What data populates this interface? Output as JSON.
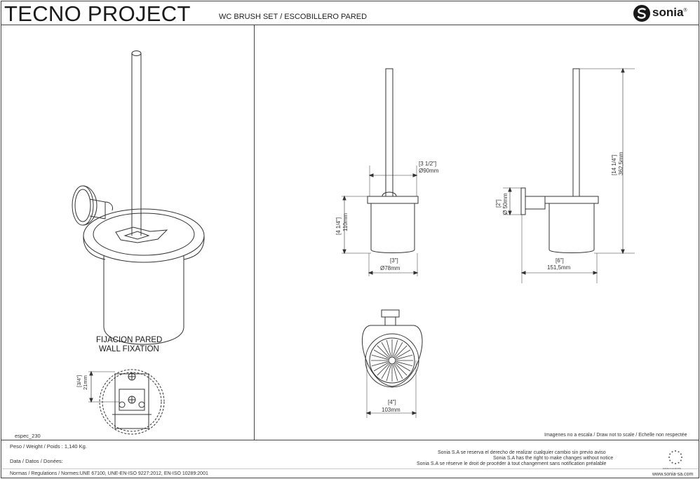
{
  "header": {
    "title": "TECNO PROJECT",
    "subtitle": "WC BRUSH SET / ESCOBILLERO PARED",
    "brand": "sonia",
    "brand_mark": "®"
  },
  "left_panel": {
    "fixation_title_es": "FIJACION PARED",
    "fixation_title_en": "WALL FIXATION",
    "fixation_dim_inch": "[3/4\"]",
    "fixation_dim_mm": "21mm",
    "spec_code": "espec_230"
  },
  "dimensions": {
    "head_width_inch": "[3 1/2\"]",
    "head_width_mm": "Ø90mm",
    "cup_height_inch": "[4 1/4\"]",
    "cup_height_mm": "110mm",
    "cup_diam_inch": "[3\"]",
    "cup_diam_mm": "Ø78mm",
    "rosette_inch": "[2\"]",
    "rosette_mm": "Ø 50mm",
    "total_height_inch": "[14 1/4\"]",
    "total_height_mm": "362,5mm",
    "depth_inch": "[6\"]",
    "depth_mm": "151,5mm",
    "top_width_inch": "[4\"]",
    "top_width_mm": "103mm"
  },
  "notes": {
    "scale_note": "Imagenes no a escala / Draw not to scale / Echelle non respectée",
    "weight": "Peso / Weight / Poids : 1,140 Kg.",
    "data": "Data / Datos / Donées:",
    "regulations": "Normas / Regulations / Normes:UNE 67100, UNE-EN-ISO 9227:2012, EN-ISO 10289:2001",
    "rights_es": "Sonia S.A se reserva el derecho de realizar cualquier cambio sin previo aviso",
    "rights_en": "Sonia S.A has the right to make changes without notice",
    "rights_fr": "Sonia S.A se réserve le droit de procéder à tout changement sans notification préalable",
    "eu_label": "MADE IN EUROPE",
    "website": "www.sonia-sa.com"
  },
  "icons": [
    "sonia-logo-icon",
    "eu-stars-icon"
  ]
}
